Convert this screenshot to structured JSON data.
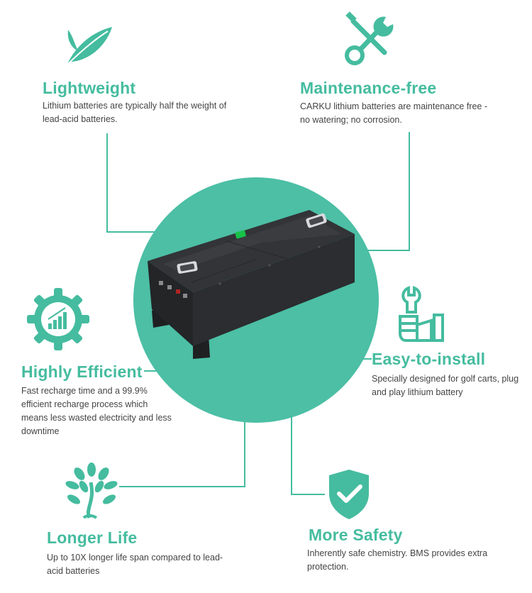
{
  "colors": {
    "accent": "#45bc9f",
    "text": "#444444",
    "battery": "#2a2c2e"
  },
  "features": {
    "lightweight": {
      "title": "Lightweight",
      "description": "Lithium batteries are typically half the weight of lead-acid batteries.",
      "icon": "feather-icon"
    },
    "maintenance": {
      "title": "Maintenance-free",
      "description": "CARKU lithium batteries are maintenance free - no watering; no corrosion.",
      "icon": "wrench-screwdriver-icon"
    },
    "efficient": {
      "title": "Highly Efficient",
      "description": "Fast recharge time and a 99.9% efficient recharge process which means less wasted electricity and less downtime",
      "icon": "gear-bar-chart-icon"
    },
    "install": {
      "title": "Easy-to-install",
      "description": "Specially designed for golf carts, plug and play lithium battery",
      "icon": "hand-wrench-icon"
    },
    "longlife": {
      "title": "Longer Life",
      "description": "Up to 10X longer life span compared to lead-acid batteries",
      "icon": "tree-icon"
    },
    "safety": {
      "title": "More Safety",
      "description": "Inherently safe chemistry. BMS provides extra protection.",
      "icon": "shield-check-icon"
    }
  },
  "center": {
    "image": "lithium-battery-image"
  }
}
